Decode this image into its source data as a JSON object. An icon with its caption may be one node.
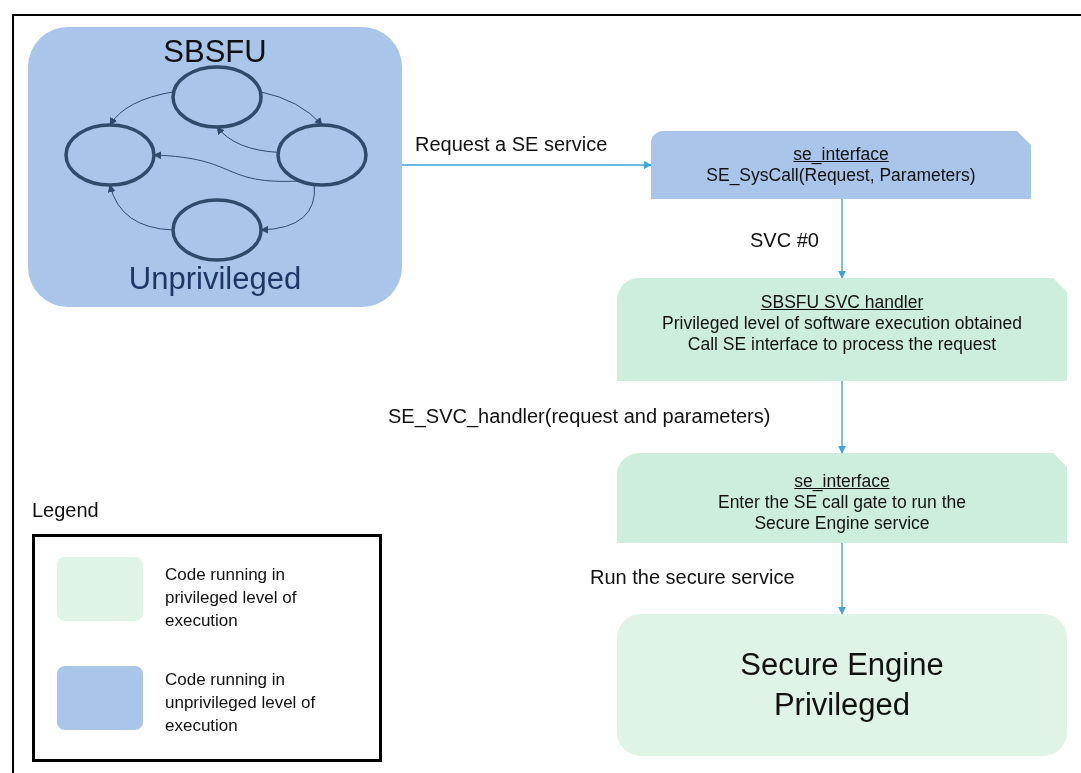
{
  "diagram": {
    "nodes": [
      {
        "text": [
          "SBSFU",
          "Unprivileged"
        ]
      },
      {
        "text": [],
        "shape": "circle",
        "in": 0
      },
      {
        "text": [],
        "shape": "circle",
        "in": 0
      },
      {
        "text": [],
        "shape": "circle",
        "in": 0
      },
      {
        "text": [],
        "shape": "circle",
        "in": 0
      },
      {
        "text": [
          "se_interface",
          "SE_SysCall(Request, Parameters)"
        ]
      },
      {
        "text": [
          "SBSFU SVC handler",
          "Privileged level of software execution obtained",
          "Call SE interface to process the request"
        ]
      },
      {
        "text": [
          "se_interface",
          "Enter the SE call gate to run the Secure Engine service"
        ]
      },
      {
        "text": [
          "Secure Engine Privileged"
        ]
      }
    ],
    "edges": [
      {
        "from": 1,
        "to": 3,
        "arrow": "to"
      },
      {
        "from": 1,
        "to": 2,
        "arrow": "to"
      },
      {
        "from": 3,
        "to": 1,
        "arrow": "to"
      },
      {
        "from": 3,
        "to": 2,
        "arrow": "to"
      },
      {
        "from": 3,
        "to": 4,
        "arrow": "to"
      },
      {
        "from": 4,
        "to": 2,
        "arrow": "to"
      },
      {
        "from": 0,
        "to": 5,
        "arrow": "to",
        "label": "Request a SE service",
        "color": "#3aa6dd"
      },
      {
        "from": 5,
        "to": 6,
        "arrow": "to",
        "label": "SVC #0",
        "color": "#3aa6dd"
      },
      {
        "from": 6,
        "to": 7,
        "arrow": "to",
        "label": "SE_SVC_handler(request and parameters)",
        "color": "#3aa6dd"
      },
      {
        "from": 7,
        "to": 8,
        "arrow": "to",
        "label": "Run the secure service",
        "color": "#3aa6dd"
      }
    ],
    "labels": [
      "Legend"
    ],
    "legend": [
      {
        "text": "Code running in privileged level of execution",
        "color": "#dff3e6"
      },
      {
        "text": "Code running in unprivileged level of execution",
        "color": "#a9c6ea"
      }
    ]
  }
}
